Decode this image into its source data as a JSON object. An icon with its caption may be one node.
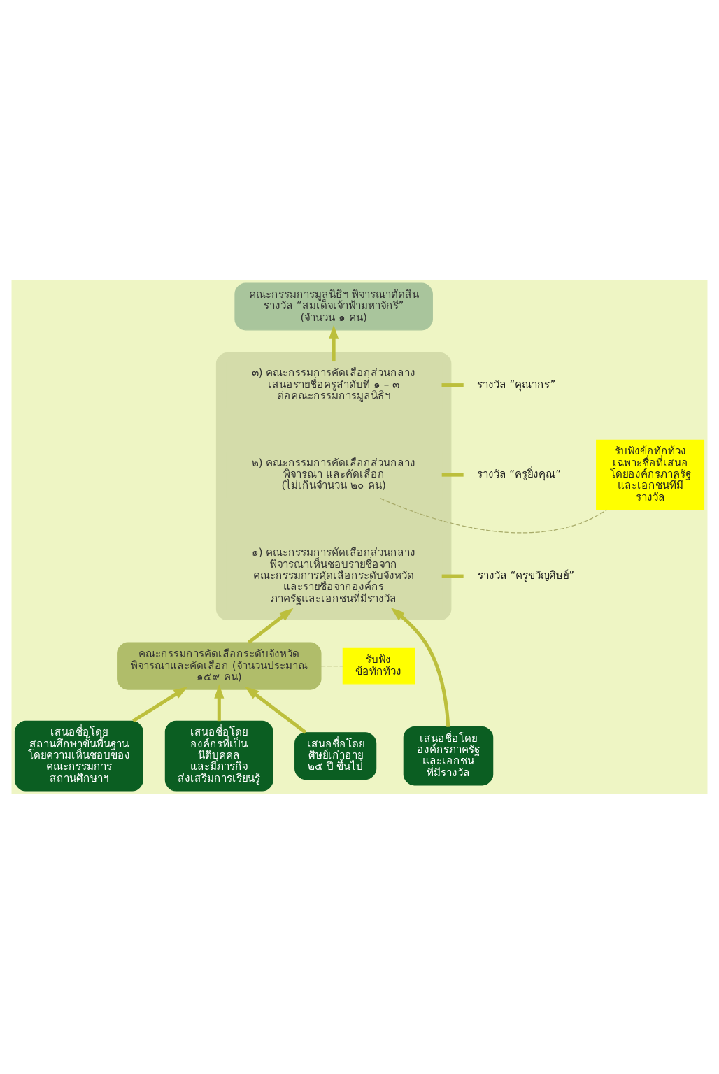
{
  "diagram": {
    "nodes": [
      {
        "text": [
          "คณะกรรมการมูลนิธิฯ พิจารณาตัดสิน รางวัล “สมเด็จเจ้าฟ้ามหาจักรี” (จำนวน ๑ คน)"
        ]
      },
      {
        "text": [],
        "shape": "box"
      },
      {
        "text": [
          "๓) คณะกรรมการคัดเลือกส่วนกลาง เสนอรายชื่อครูลำดับที่ ๑ – ๓ ต่อคณะกรรมการมูลนิธิฯ"
        ],
        "in": 1
      },
      {
        "text": [
          "๒) คณะกรรมการคัดเลือกส่วนกลาง พิจารณา และคัดเลือก (ไม่เกินจำนวน ๒๐ คน)"
        ],
        "in": 1
      },
      {
        "text": [
          "๑) คณะกรรมการคัดเลือกส่วนกลาง พิจารณาเห็นชอบรายชื่อจาก คณะกรรมการคัดเลือกระดับจังหวัด และรายชื่อจากองค์กร ภาครัฐและเอกชนที่มีรางวัล"
        ],
        "in": 1
      },
      {
        "text": [
          "รางวัล “คุณากร”"
        ]
      },
      {
        "text": [
          "รางวัล “ครูยิ่งคุณ”"
        ]
      },
      {
        "text": [
          "รางวัล “ครูขวัญศิษย์”"
        ]
      },
      {
        "text": [
          "รับฟังข้อทักท้วง เฉพาะชื่อที่เสนอ โดยองค์กรภาครัฐ และเอกชนที่มี รางวัล"
        ]
      },
      {
        "text": [
          "คณะกรรมการคัดเลือกระดับจังหวัด พิจารณาและคัดเลือก (จำนวนประมาณ ๑๕๙ คน)"
        ]
      },
      {
        "text": [
          "รับฟัง ข้อทักท้วง"
        ]
      },
      {
        "text": [
          "เสนอชื่อโดย สถานศึกษาขั้นพื้นฐาน โดยความเห็นชอบของ คณะกรรมการ สถานศึกษาฯ"
        ]
      },
      {
        "text": [
          "เสนอชื่อโดย องค์กรที่เป็น นิติบุคคล และมีภารกิจ ส่งเสริมการเรียนรู้"
        ]
      },
      {
        "text": [
          "เสนอชื่อโดย ศิษย์เก่าอายุ ๒๕ ปี ขึ้นไป"
        ]
      },
      {
        "text": [
          "เสนอชื่อโดย องค์กรภาครัฐ และเอกชน ที่มีรางวัล"
        ]
      }
    ],
    "edges": [
      {
        "from": 2,
        "to": 0,
        "arrow": "to"
      },
      {
        "from": 5,
        "to": 2,
        "arrow": "none"
      },
      {
        "from": 6,
        "to": 3,
        "arrow": "none"
      },
      {
        "from": 7,
        "to": 4,
        "arrow": "none"
      },
      {
        "from": 3,
        "to": 8,
        "arrow": "none",
        "style": "dashed",
        "color": "#a8ab6a"
      },
      {
        "from": 9,
        "to": 4,
        "arrow": "to"
      },
      {
        "from": 9,
        "to": 10,
        "arrow": "none",
        "style": "dashed",
        "color": "#a8ab6a"
      },
      {
        "from": 11,
        "to": 9,
        "arrow": "to"
      },
      {
        "from": 12,
        "to": 9,
        "arrow": "to"
      },
      {
        "from": 13,
        "to": 9,
        "arrow": "to"
      },
      {
        "from": 14,
        "to": 4,
        "arrow": "to"
      }
    ]
  }
}
